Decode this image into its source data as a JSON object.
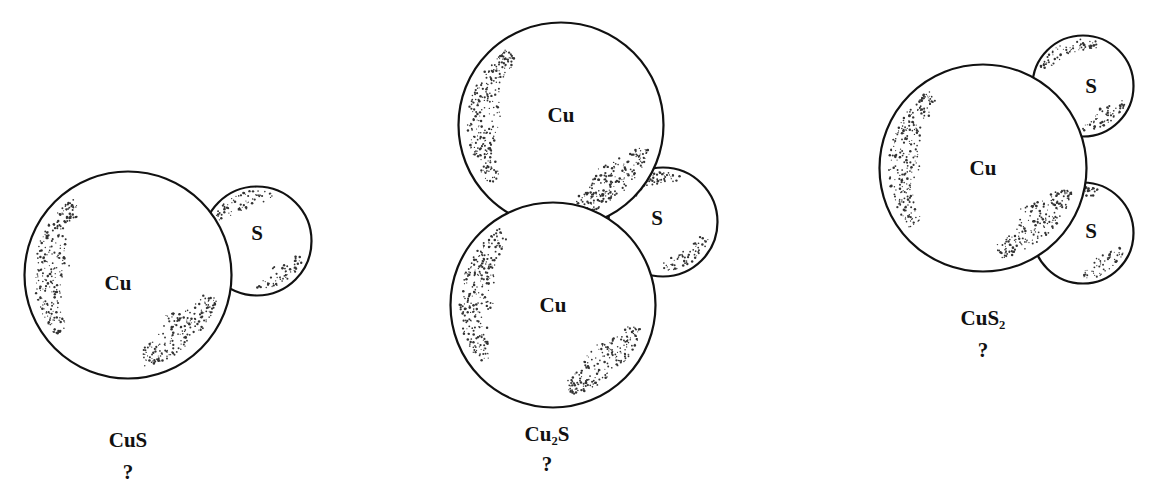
{
  "diagram": {
    "nodes": [
      {
        "text": [
          "Cu"
        ]
      },
      {
        "text": [
          "S"
        ]
      },
      {
        "text": [
          "Cu"
        ]
      },
      {
        "text": [
          "S"
        ]
      },
      {
        "text": [
          "Cu"
        ]
      },
      {
        "text": [
          "Cu"
        ]
      },
      {
        "text": [
          "S"
        ]
      },
      {
        "text": [
          "S"
        ]
      }
    ],
    "labels": [
      "CuS",
      "?",
      "Cu₂S",
      "?",
      "CuS₂",
      "?"
    ]
  }
}
